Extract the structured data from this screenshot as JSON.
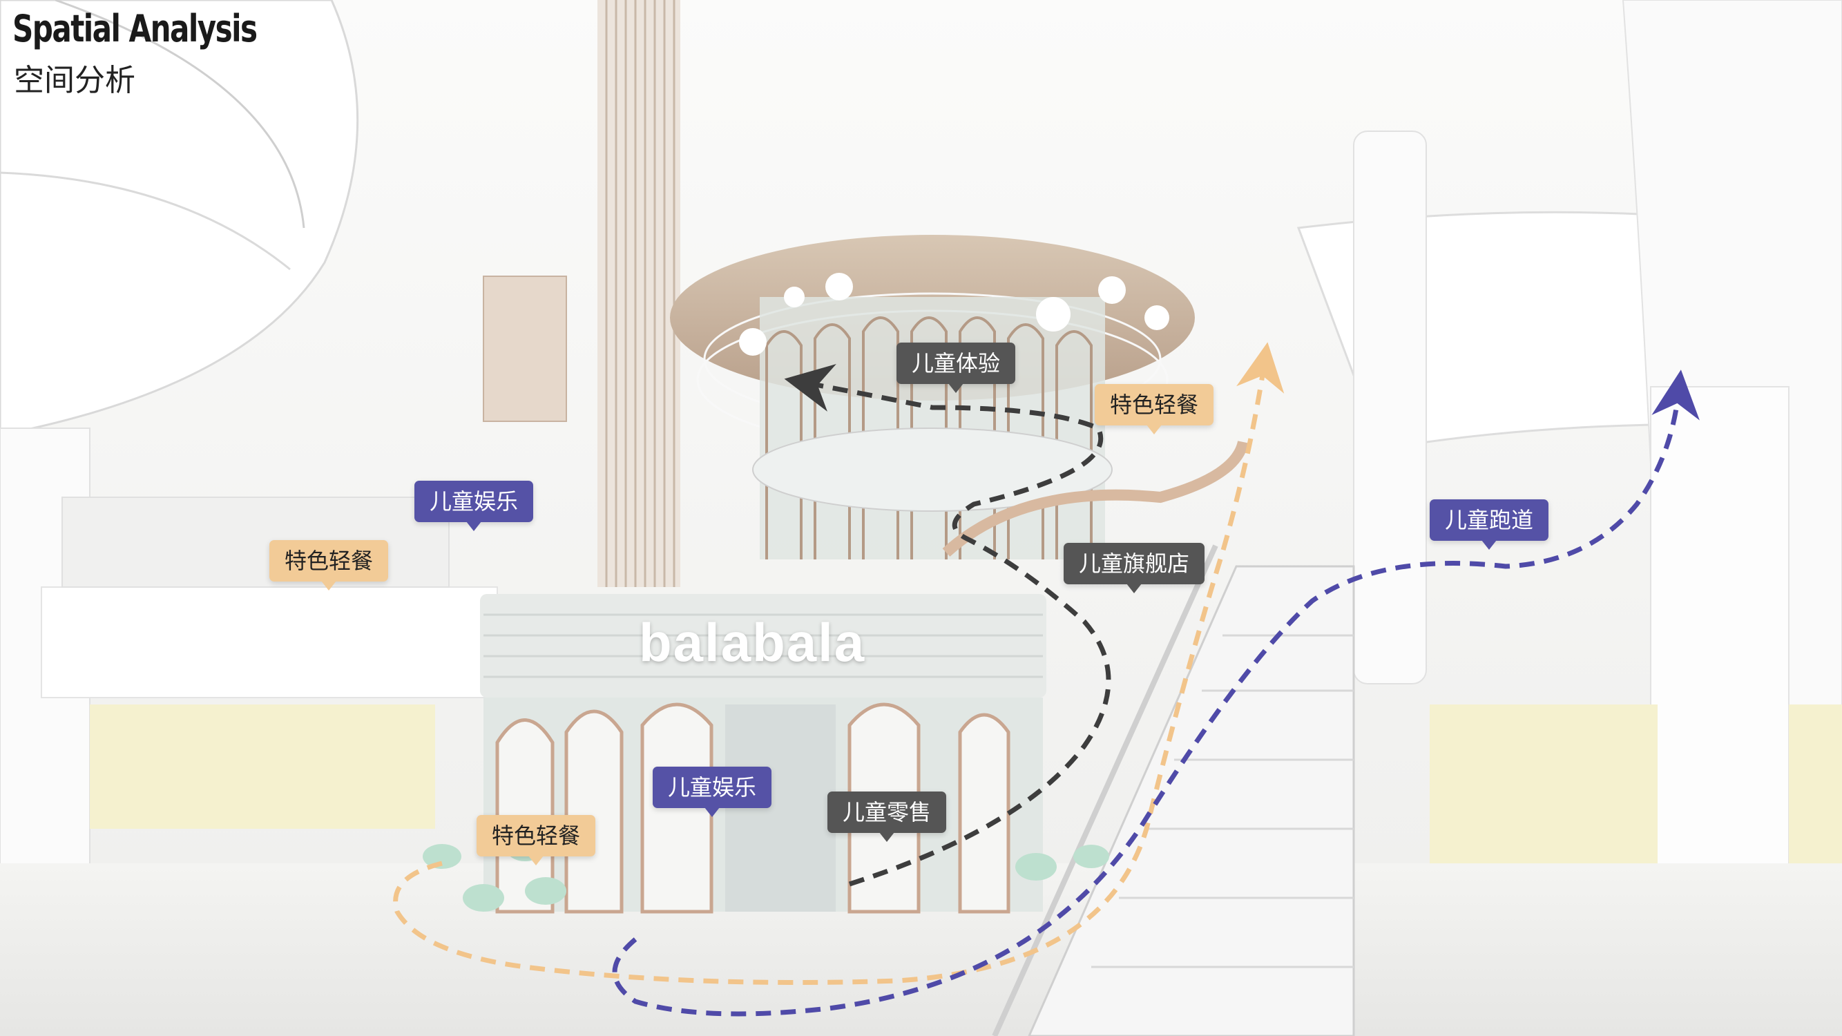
{
  "header": {
    "title_en": "Spatial Analysis",
    "title_zh": "空间分析"
  },
  "store_sign": "balabala",
  "labels": {
    "child_experience": "儿童体验",
    "snack_upper": "特色轻餐",
    "child_play_left": "儿童娱乐",
    "snack_left": "特色轻餐",
    "flagship": "儿童旗舰店",
    "running_track": "儿童跑道",
    "child_play_center": "儿童娱乐",
    "child_retail": "儿童零售",
    "snack_bottom": "特色轻餐"
  },
  "colors": {
    "route_purple": "#4f4aa8",
    "route_dark": "#3d3d3d",
    "route_peach": "#f2c48a",
    "tag_purple": "#5552a6",
    "tag_dark": "#555555",
    "tag_peach": "#f2cb97"
  }
}
